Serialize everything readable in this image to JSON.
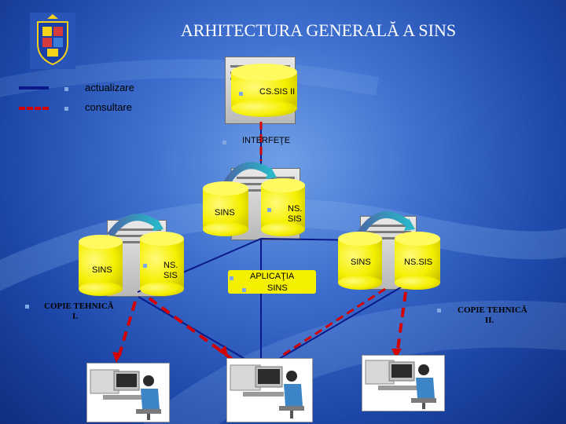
{
  "title": "ARHITECTURA GENERALĂ A SINS",
  "legend": {
    "update_label": "actualizare",
    "consult_label": "consultare"
  },
  "nodes": {
    "cs_sis": "CS.SIS II",
    "interfaces": "INTERFEŢE",
    "sins_center": "SINS",
    "ns_sis_center_1": "NS.",
    "ns_sis_center_2": "SIS",
    "sins_left": "SINS",
    "ns_sis_left_1": "NS.",
    "ns_sis_left_2": "SIS",
    "app_1": "APLICAŢIA",
    "app_2": "SINS",
    "sins_right": "SINS",
    "ns_sis_right": "NS.SIS",
    "copy_1_line1": "COPIE TEHNICĂ",
    "copy_1_line2": "I.",
    "copy_2_line1": "COPIE TEHNICĂ",
    "copy_2_line2": "II."
  },
  "colors": {
    "update": "#0a1a8a",
    "consult": "#d40000",
    "cylinder": "#f5ef00"
  },
  "icons": [
    "crest-icon",
    "server-icon",
    "database-icon",
    "workstation-icon",
    "sync-arrows-icon"
  ]
}
